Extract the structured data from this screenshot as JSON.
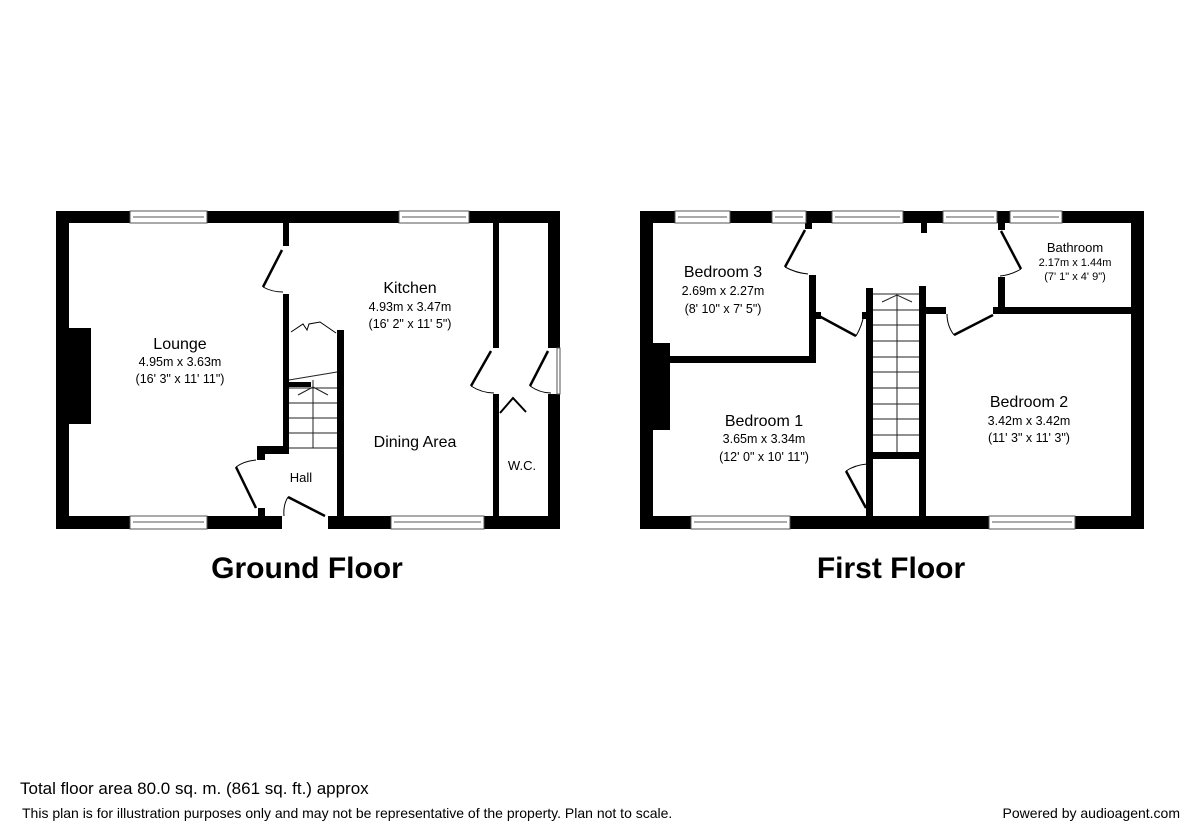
{
  "ground_floor": {
    "title": "Ground Floor",
    "rooms": {
      "lounge": {
        "name": "Lounge",
        "metric": "4.95m x 3.63m",
        "imperial": "(16' 3\" x 11' 11\")"
      },
      "kitchen": {
        "name": "Kitchen",
        "metric": "4.93m x 3.47m",
        "imperial": "(16' 2\" x 11' 5\")"
      },
      "dining": {
        "name": "Dining Area"
      },
      "hall": {
        "name": "Hall"
      },
      "wc": {
        "name": "W.C."
      }
    }
  },
  "first_floor": {
    "title": "First Floor",
    "rooms": {
      "bedroom1": {
        "name": "Bedroom 1",
        "metric": "3.65m x 3.34m",
        "imperial": "(12' 0\" x 10' 11\")"
      },
      "bedroom2": {
        "name": "Bedroom 2",
        "metric": "3.42m x 3.42m",
        "imperial": "(11' 3\" x 11' 3\")"
      },
      "bedroom3": {
        "name": "Bedroom 3",
        "metric": "2.69m x 2.27m",
        "imperial": "(8' 10\" x 7' 5\")"
      },
      "bathroom": {
        "name": "Bathroom",
        "metric": "2.17m x 1.44m",
        "imperial": "(7' 1\" x 4' 9\")"
      }
    }
  },
  "footer": {
    "total_area": "Total floor area 80.0 sq. m. (861 sq. ft.) approx",
    "disclaimer": "This plan is for illustration purposes only and may not be representative of the property. Plan not to scale.",
    "powered_by": "Powered by audioagent.com"
  },
  "colors": {
    "wall": "#000000",
    "background": "#ffffff",
    "window_frame": "#555555"
  }
}
